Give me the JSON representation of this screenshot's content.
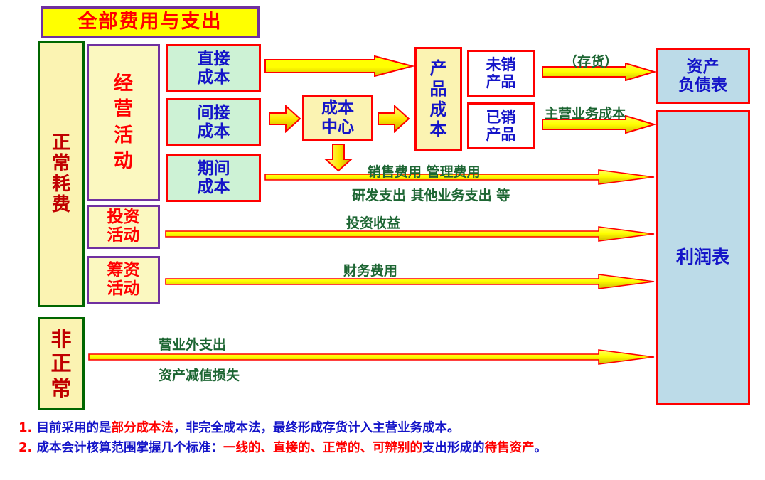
{
  "title": {
    "text": "全部费用与支出"
  },
  "left_column": {
    "normal": {
      "label": "正常耗费",
      "chars": [
        "正",
        "常",
        "耗",
        "费"
      ]
    },
    "abnormal": {
      "label": "非正常",
      "chars": [
        "非",
        "正",
        "常"
      ]
    }
  },
  "activities": [
    {
      "name": "operating",
      "label": "经营活动",
      "chars": [
        "经",
        "营",
        "活",
        "动"
      ]
    },
    {
      "name": "investing",
      "label": "投资活动",
      "lines": [
        "投资",
        "活动"
      ]
    },
    {
      "name": "financing",
      "label": "筹资活动",
      "lines": [
        "筹资",
        "活动"
      ]
    }
  ],
  "costs": [
    {
      "name": "direct-cost",
      "lines": [
        "直接",
        "成本"
      ]
    },
    {
      "name": "indirect-cost",
      "lines": [
        "间接",
        "成本"
      ]
    },
    {
      "name": "period-cost",
      "lines": [
        "期间",
        "成本"
      ]
    }
  ],
  "cost_center": {
    "lines": [
      "成本",
      "中心"
    ],
    "label": "成本中心"
  },
  "product_cost": {
    "label": "产品成本",
    "chars": [
      "产",
      "品",
      "成",
      "本"
    ]
  },
  "product_states": [
    {
      "name": "unsold-product",
      "lines": [
        "未销",
        "产品"
      ]
    },
    {
      "name": "sold-product",
      "lines": [
        "已销",
        "产品"
      ]
    }
  ],
  "statements": [
    {
      "name": "balance-sheet",
      "lines": [
        "资产",
        "负债表"
      ],
      "label": "资产负债表"
    },
    {
      "name": "income-statement",
      "label": "利润表"
    }
  ],
  "flow_labels": {
    "inventory": "（存货）",
    "main_business_cost": "主营业务成本",
    "selling_admin": "销售费用 管理费用",
    "rd_other": "研发支出 其他业务支出 等",
    "investment_income": "投资收益",
    "finance_expense": "财务费用",
    "non_operating_expense": "营业外支出",
    "asset_impairment_loss": "资产减值损失"
  },
  "notes": [
    {
      "number": "1.",
      "segments": [
        {
          "text": "目前采用的是",
          "color": "blue"
        },
        {
          "text": "部分成本法",
          "color": "red"
        },
        {
          "text": "，非完全成本法，最终形成存货计入主营业务成本。",
          "color": "blue"
        }
      ]
    },
    {
      "number": "2.",
      "segments": [
        {
          "text": "成本会计核算范围掌握几个标准：",
          "color": "blue"
        },
        {
          "text": "一线的、直接的、正常的、可辨别的",
          "color": "red"
        },
        {
          "text": "支出形成的",
          "color": "blue"
        },
        {
          "text": "待售资产",
          "color": "red"
        },
        {
          "text": "。",
          "color": "blue"
        }
      ]
    }
  ],
  "colors": {
    "title_bg": "#ffff00",
    "title_border": "#7030a0",
    "title_text": "#ff0000",
    "pale_yellow": "#fbf3b2",
    "green_border": "#006600",
    "purple_border": "#7030a0",
    "pale_green": "#cdf2d5",
    "red_border": "#ff0000",
    "blue_text": "#1414c8",
    "dark_red_text": "#c00000",
    "statement_bg": "#bcdbe8",
    "arrow_fill": "#ffff00",
    "arrow_stroke": "#ff0000",
    "label_green": "#1d6633"
  }
}
